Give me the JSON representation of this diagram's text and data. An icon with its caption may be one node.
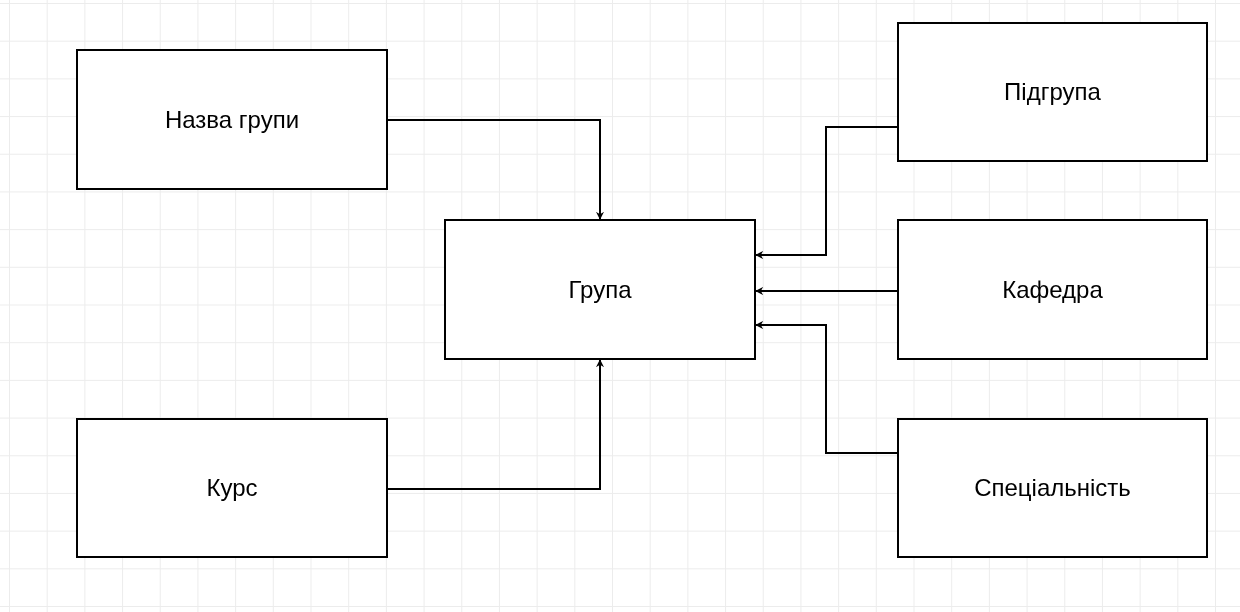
{
  "diagram": {
    "nodes": [
      {
        "text": [
          "Назва групи"
        ]
      },
      {
        "text": [
          "Група"
        ]
      },
      {
        "text": [
          "Курс"
        ]
      },
      {
        "text": [
          "Підгрупа"
        ]
      },
      {
        "text": [
          "Кафедра"
        ]
      },
      {
        "text": [
          "Спеціальність"
        ]
      }
    ],
    "edges": [
      {
        "from": 0,
        "to": 1,
        "arrow": "to"
      },
      {
        "from": 2,
        "to": 1,
        "arrow": "to"
      },
      {
        "from": 3,
        "to": 1,
        "arrow": "to"
      },
      {
        "from": 4,
        "to": 1,
        "arrow": "to"
      },
      {
        "from": 5,
        "to": 1,
        "arrow": "to"
      }
    ]
  }
}
